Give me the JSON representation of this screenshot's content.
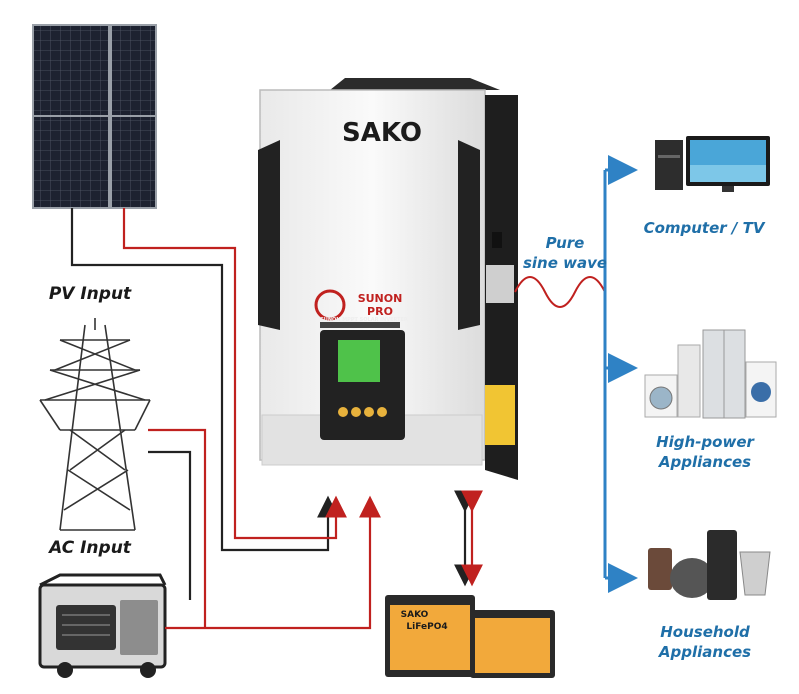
{
  "inputs": {
    "pv": "PV Input",
    "ac": "AC Input"
  },
  "inverter": {
    "brand": "SAKO",
    "model": "SUNON PRO",
    "subtitle": "SUNON MPPT SOLAR INVERTER"
  },
  "waveform": {
    "line1": "Pure",
    "line2": "sine wave"
  },
  "battery": {
    "brand": "SAKO",
    "type": "LiFePO4"
  },
  "outputs": [
    {
      "line1": "Computer / TV",
      "line2": ""
    },
    {
      "line1": "High-power",
      "line2": "Appliances"
    },
    {
      "line1": "Household",
      "line2": "Appliances"
    }
  ],
  "colors": {
    "black_wire": "#222222",
    "red_wire": "#c0211f",
    "blue_output": "#2f82c5",
    "label_blue": "#1f6fa8",
    "battery_orange": "#f2a93b"
  }
}
